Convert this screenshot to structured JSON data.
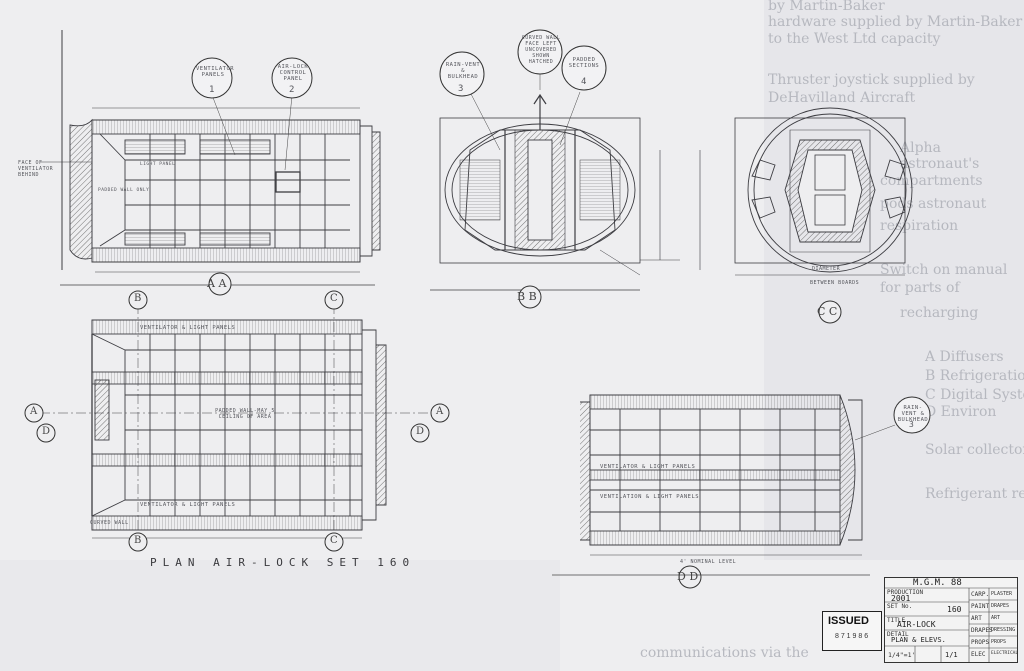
{
  "bleed_through": [
    "by Martin-Baker",
    "hardware supplied by Martin-Baker",
    "to the West  Ltd  capacity",
    "Thruster joystick supplied by",
    "DeHavilland Aircraft",
    "Alpha",
    "astronaut's",
    "compartments",
    "pods astronaut",
    "respiration",
    "Switch on manual",
    "for parts of",
    "recharging",
    "A Diffusers",
    "B Refrigeration",
    "C Digital Systems",
    "D Environ",
    "Solar collectors",
    "Refrigerant return",
    "communications via the"
  ],
  "callouts": {
    "c1": {
      "text": "VENTILATOR PANELS",
      "num": "1"
    },
    "c2": {
      "text": "AIR-LOCK CONTROL PANEL",
      "num": "2"
    },
    "c3": {
      "text": "RAIN-VENT & BULKHEAD",
      "num": "3"
    },
    "c_curved": {
      "text": "CURVED WALL FACE LEFT UNCOVERED SHOWN HATCHED",
      "num": ""
    },
    "c4": {
      "text": "PADDED SECTIONS",
      "num": "4"
    },
    "c3b": {
      "text": "RAIN-VENT & BULKHEAD",
      "num": "3"
    }
  },
  "section_labels": {
    "aa": "A  A",
    "bb": "B  B",
    "cc": "C  C",
    "dd": "D  D",
    "b_top": "B",
    "c_top": "C",
    "b_bottom": "B",
    "c_bottom": "C",
    "a_left": "A",
    "d_left": "D",
    "a_right": "A",
    "d_right": "D"
  },
  "notes": {
    "left_note": "FACE OF VENTILATOR BEHIND",
    "padded_wall": "PADDED WALL ONLY",
    "ventilator_top": "VENTILATOR & LIGHT PANELS",
    "padded_center": "PADDED WALL-MAY 5 CEILING OF AREA",
    "ventilator_bottom": "VENTILATOR & LIGHT PANELS",
    "curved_wall": "CURVED WALL",
    "dd_vent_top": "VENTILATOR  &  LIGHT  PANELS",
    "dd_vent_bottom": "VENTILATION  &  LIGHT  PANELS",
    "dd_bottom": "4' NOMINAL LEVEL",
    "light_panel": "LIGHT PANEL",
    "cc_floor": "BETWEEN BOARDS",
    "cc_dim": "DIAMETER"
  },
  "plan_title": "PLAN   AIR-LOCK   SET 160",
  "stamp": {
    "label": "ISSUED",
    "date": "8 7 1 9 8 6"
  },
  "title_block": {
    "studio": "M.G.M. 88",
    "production_label": "PRODUCTION",
    "production": "2001",
    "set_label": "SET No.",
    "set": "160",
    "title_label": "TITLE",
    "title": "AIR-LOCK",
    "detail_label": "DETAIL",
    "detail": "PLAN & ELEVS.",
    "scale": "1/4\"=1'",
    "sheet": "1/1",
    "dept_rows": [
      "CARP.",
      "PAINT",
      "ART",
      "DRAPES",
      "PROPS",
      "ELEC"
    ],
    "dept_right": [
      "PLASTER",
      "DRAPES",
      "ART",
      "DRESSING",
      "PROPS",
      "ELECTRICAL"
    ]
  }
}
